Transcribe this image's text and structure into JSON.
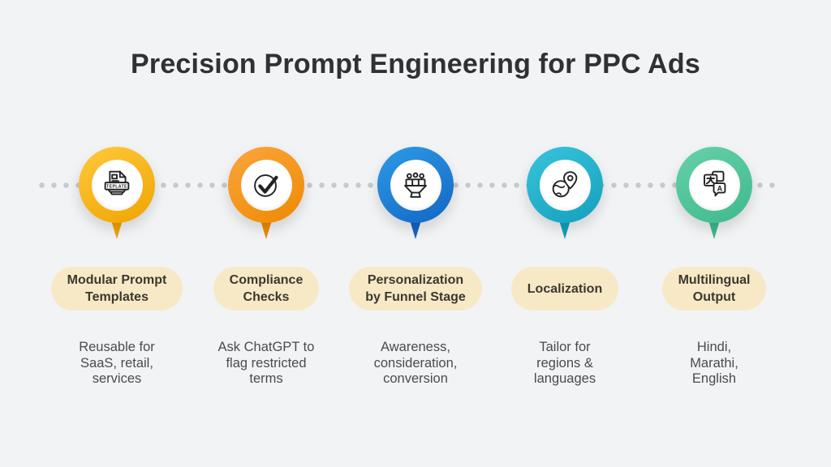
{
  "title": "Precision Prompt Engineering for PPC Ads",
  "colors": {
    "background": "#F2F3F5",
    "title": "#2F3134",
    "dot": "#C7C9CC",
    "pill_bg": "#F8E9C6",
    "pill_text": "#3B382F",
    "desc_text": "#4A4B4D"
  },
  "items": [
    {
      "label": "Modular Prompt\nTemplates",
      "description": "Reusable for\nSaaS, retail,\nservices",
      "icon": "template-document-icon",
      "icon_text": "TEPLATE",
      "ring_color": "#FFC93C",
      "ring_color2": "#EFA400"
    },
    {
      "label": "Compliance\nChecks",
      "description": "Ask ChatGPT to\nflag restricted\nterms",
      "icon": "check-circle-icon",
      "ring_color": "#FAA53D",
      "ring_color2": "#EE8A02"
    },
    {
      "label": "Personalization\nby Funnel Stage",
      "description": "Awareness,\nconsideration,\nconversion",
      "icon": "funnel-audience-icon",
      "ring_color": "#2E9BE6",
      "ring_color2": "#1266C4"
    },
    {
      "label": "Localization",
      "description": "Tailor for\nregions &\nlanguages",
      "icon": "globe-location-pin-icon",
      "ring_color": "#38C4DB",
      "ring_color2": "#14A0BD"
    },
    {
      "label": "Multilingual\nOutput",
      "description": "Hindi,\nMarathi,\nEnglish",
      "icon": "translation-icon",
      "icon_text": "A",
      "ring_color": "#66D1AA",
      "ring_color2": "#3FB98C"
    }
  ]
}
